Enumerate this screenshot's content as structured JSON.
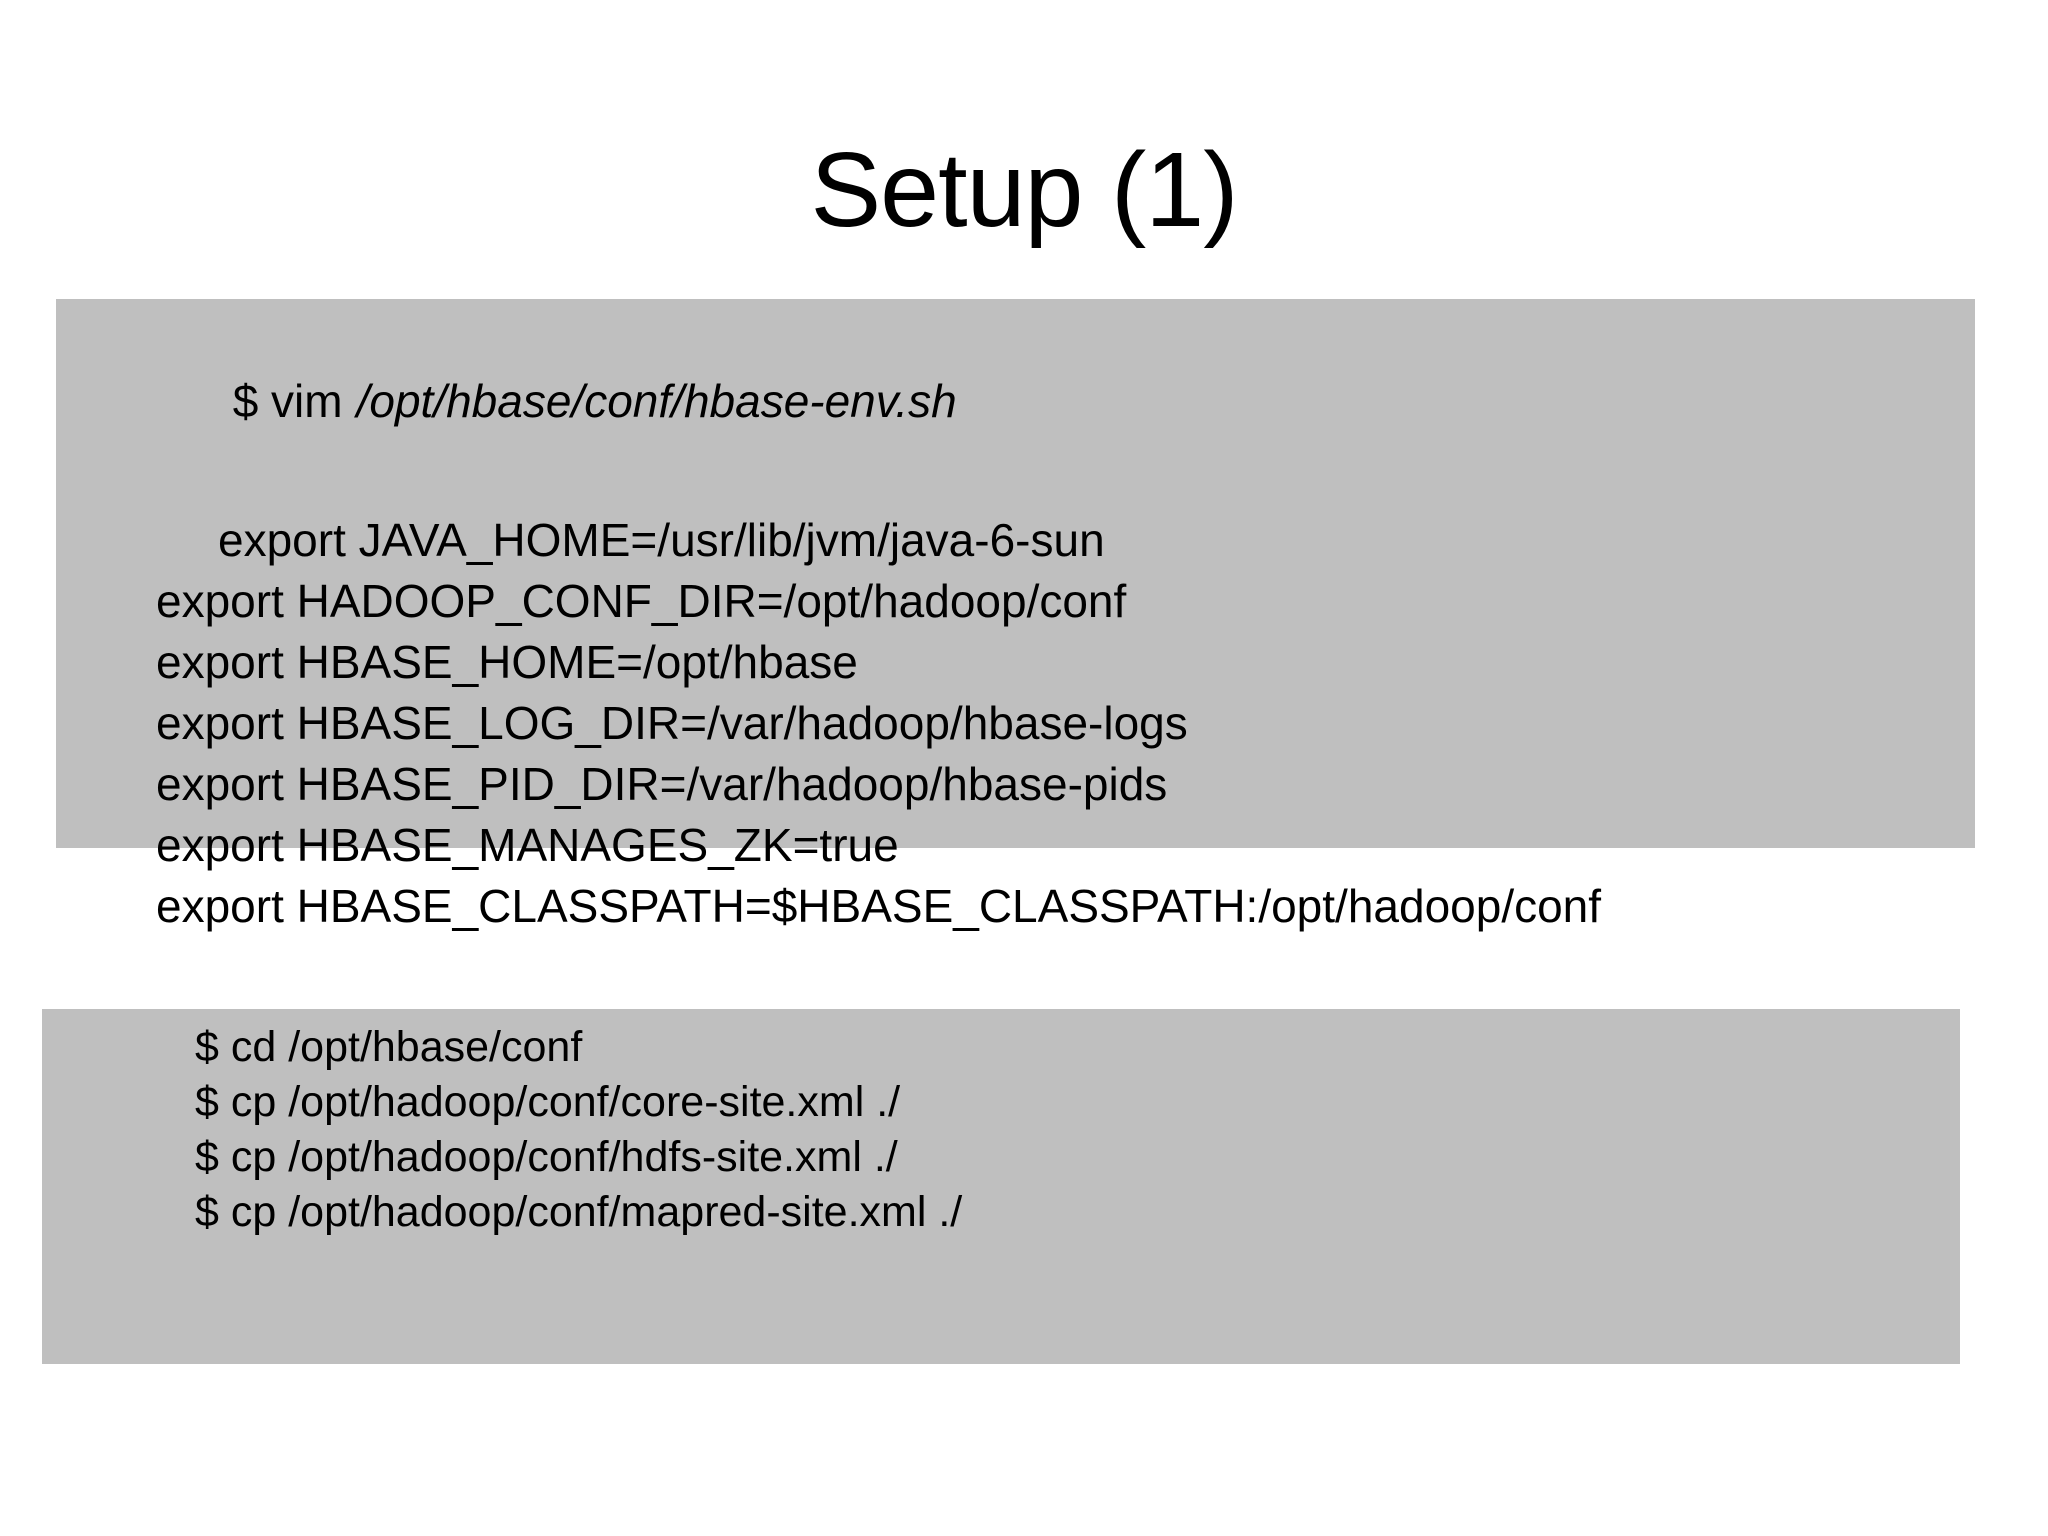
{
  "colors": {
    "block_bg": "#bfbfbf",
    "text": "#000000",
    "page_bg": "#ffffff"
  },
  "title": {
    "text": "Setup (1)"
  },
  "env_block": {
    "vim_command": {
      "prefix": "$ vim",
      "path": "/opt/hbase/conf/hbase-env.sh"
    },
    "export_lines": [
      "export JAVA_HOME=/usr/lib/jvm/java-6-sun",
      "export HADOOP_CONF_DIR=/opt/hadoop/conf",
      "export HBASE_HOME=/opt/hbase",
      "export HBASE_LOG_DIR=/var/hadoop/hbase-logs",
      "export HBASE_PID_DIR=/var/hadoop/hbase-pids",
      "export HBASE_MANAGES_ZK=true",
      "export HBASE_CLASSPATH=$HBASE_CLASSPATH:/opt/hadoop/conf"
    ]
  },
  "copy_block": {
    "lines": [
      "$ cd /opt/hbase/conf",
      "$ cp /opt/hadoop/conf/core-site.xml ./",
      "$ cp /opt/hadoop/conf/hdfs-site.xml ./",
      "$ cp /opt/hadoop/conf/mapred-site.xml ./"
    ]
  }
}
